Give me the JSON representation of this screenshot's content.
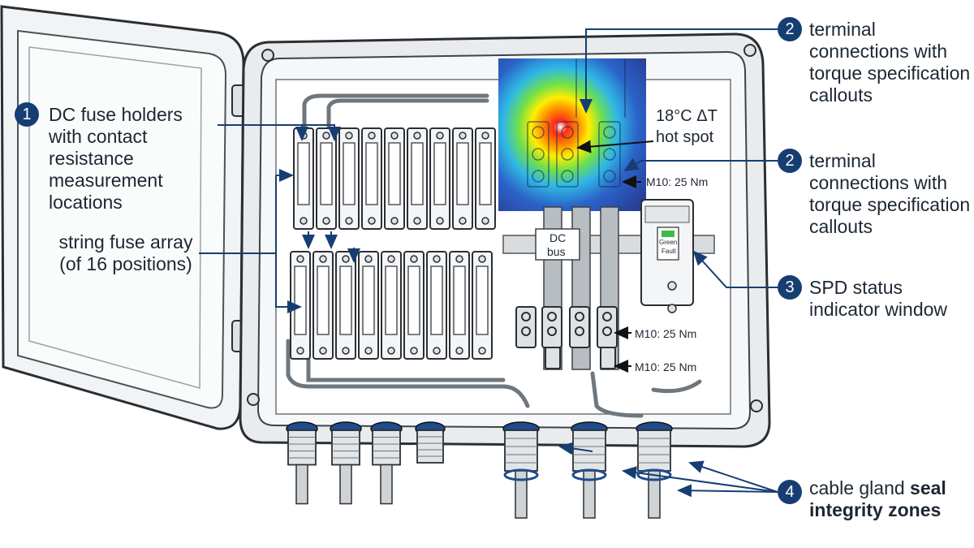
{
  "colors": {
    "callout_blue": "#163e73",
    "line": "#22303c",
    "enclosure": "#eef0f1",
    "hot": "#e0241b",
    "cold": "#243a8f"
  },
  "callouts": {
    "c1": {
      "number": "1",
      "text": "DC fuse holders with contact resistance measurement locations"
    },
    "c_string": {
      "text": "string fuse array (of 16 positions)"
    },
    "c2a": {
      "number": "2",
      "text": "terminal connections with torque specification callouts"
    },
    "c2b": {
      "number": "2",
      "text": "terminal connections with torque specification callouts"
    },
    "c3": {
      "number": "3",
      "text": "SPD status indicator window"
    },
    "c4": {
      "number": "4",
      "text_normal": "cable gland",
      "text_bold": "seal integrity zones"
    }
  },
  "labels": {
    "hot_spot_temp": "18°C ΔT",
    "hot_spot": "hot spot",
    "torque_1": "M10: 25 Nm",
    "torque_2": "M10: 25 Nm",
    "torque_3": "M10: 25 Nm",
    "dc_bus_1": "DC",
    "dc_bus_2": "bus",
    "spd_green": "Green",
    "spd_fault": "Fault"
  }
}
